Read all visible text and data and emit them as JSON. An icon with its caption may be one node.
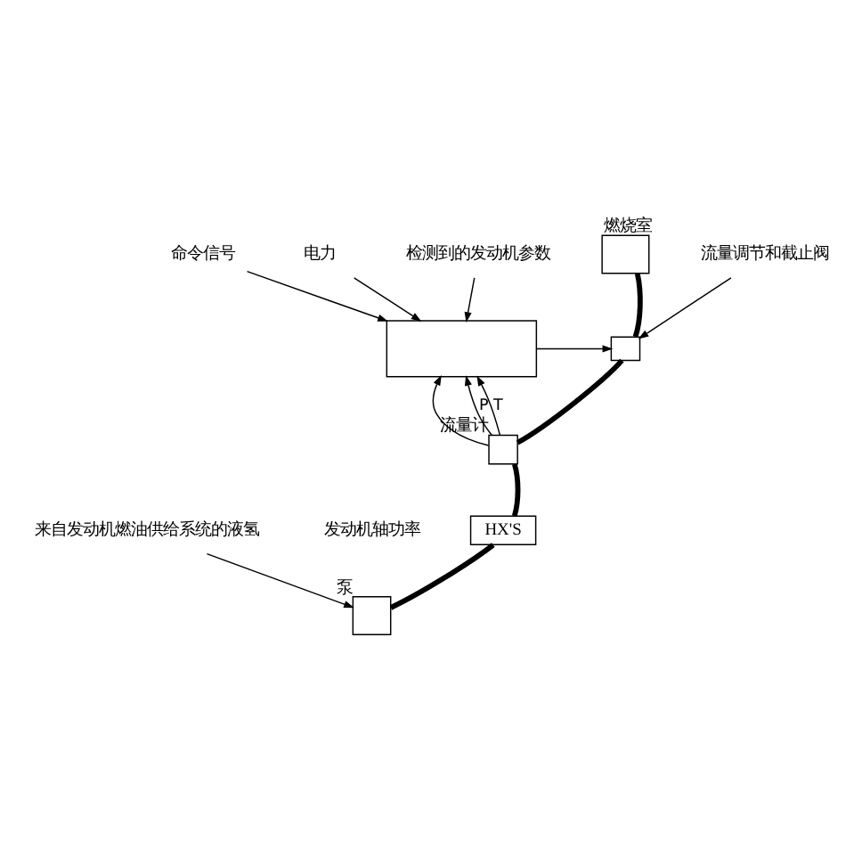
{
  "diagram": {
    "nodes": [
      {
        "text": [],
        "shape": "box"
      },
      {
        "text": [
          "命令信号"
        ]
      },
      {
        "text": [
          "电力"
        ]
      },
      {
        "text": [
          "检测到的发动机参数"
        ]
      },
      {
        "text": [
          "流量调节和截止阀"
        ]
      },
      {
        "text": [],
        "shape": "box"
      },
      {
        "text": [
          "燃烧室"
        ]
      },
      {
        "text": [
          "流量计"
        ]
      },
      {
        "text": [
          "HX'S"
        ]
      },
      {
        "text": [
          "泵"
        ]
      },
      {
        "text": [
          "来自发动机燃油供给系统的液氢"
        ]
      }
    ],
    "edges": [
      {
        "from": 1,
        "to": 0,
        "arrow": "to"
      },
      {
        "from": 2,
        "to": 0,
        "arrow": "to"
      },
      {
        "from": 3,
        "to": 0,
        "arrow": "to"
      },
      {
        "from": 4,
        "to": 5,
        "arrow": "to"
      },
      {
        "from": 0,
        "to": 5,
        "arrow": "to"
      },
      {
        "from": 7,
        "to": 0,
        "arrow": "to"
      },
      {
        "from": 7,
        "to": 0,
        "arrow": "to",
        "label": "P"
      },
      {
        "from": 7,
        "to": 0,
        "arrow": "to",
        "label": "T"
      },
      {
        "from": 10,
        "to": 9,
        "arrow": "to"
      },
      {
        "from": 9,
        "to": 8,
        "arrow": "none",
        "style": "thick"
      },
      {
        "from": 8,
        "to": 7,
        "arrow": "none",
        "style": "thick"
      },
      {
        "from": 7,
        "to": 5,
        "arrow": "none",
        "style": "thick"
      },
      {
        "from": 5,
        "to": 6,
        "arrow": "none",
        "style": "thick"
      }
    ],
    "labels": [
      "发动机轴功率"
    ]
  }
}
